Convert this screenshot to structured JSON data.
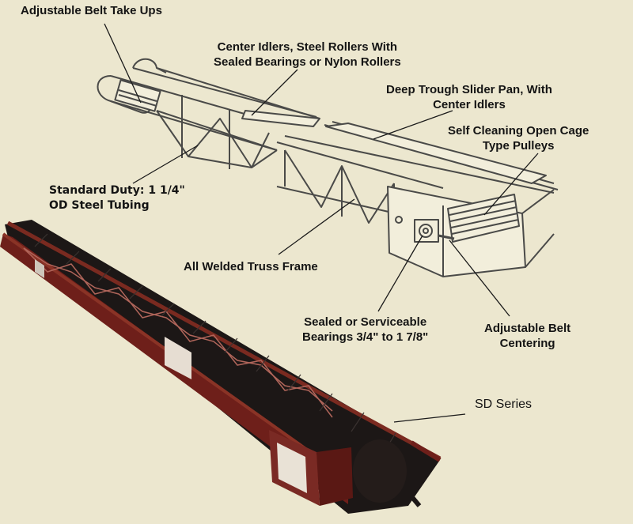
{
  "callouts": {
    "belt_take_ups": [
      "Adjustable Belt Take Ups"
    ],
    "center_idlers": [
      "Center Idlers, Steel Rollers With",
      "Sealed Bearings or Nylon Rollers"
    ],
    "slider_pan": [
      "Deep Trough Slider Pan, With",
      "Center Idlers"
    ],
    "cage_pulleys": [
      "Self Cleaning Open Cage",
      "Type Pulleys"
    ],
    "steel_tubing": [
      "Standard Duty: 1 1/4\"",
      "OD Steel Tubing"
    ],
    "truss_frame": [
      "All Welded Truss Frame"
    ],
    "bearings": [
      "Sealed or Serviceable",
      "Bearings 3/4\" to 1 7/8\""
    ],
    "belt_centering": [
      "Adjustable Belt",
      "Centering"
    ],
    "series": [
      "SD Series"
    ]
  },
  "colors": {
    "background": "#ece7cf",
    "frame_line": "#4a4a48",
    "conveyor_frame": "#6e1f1a",
    "conveyor_belt": "#1c1716",
    "label_text": "#141414"
  }
}
